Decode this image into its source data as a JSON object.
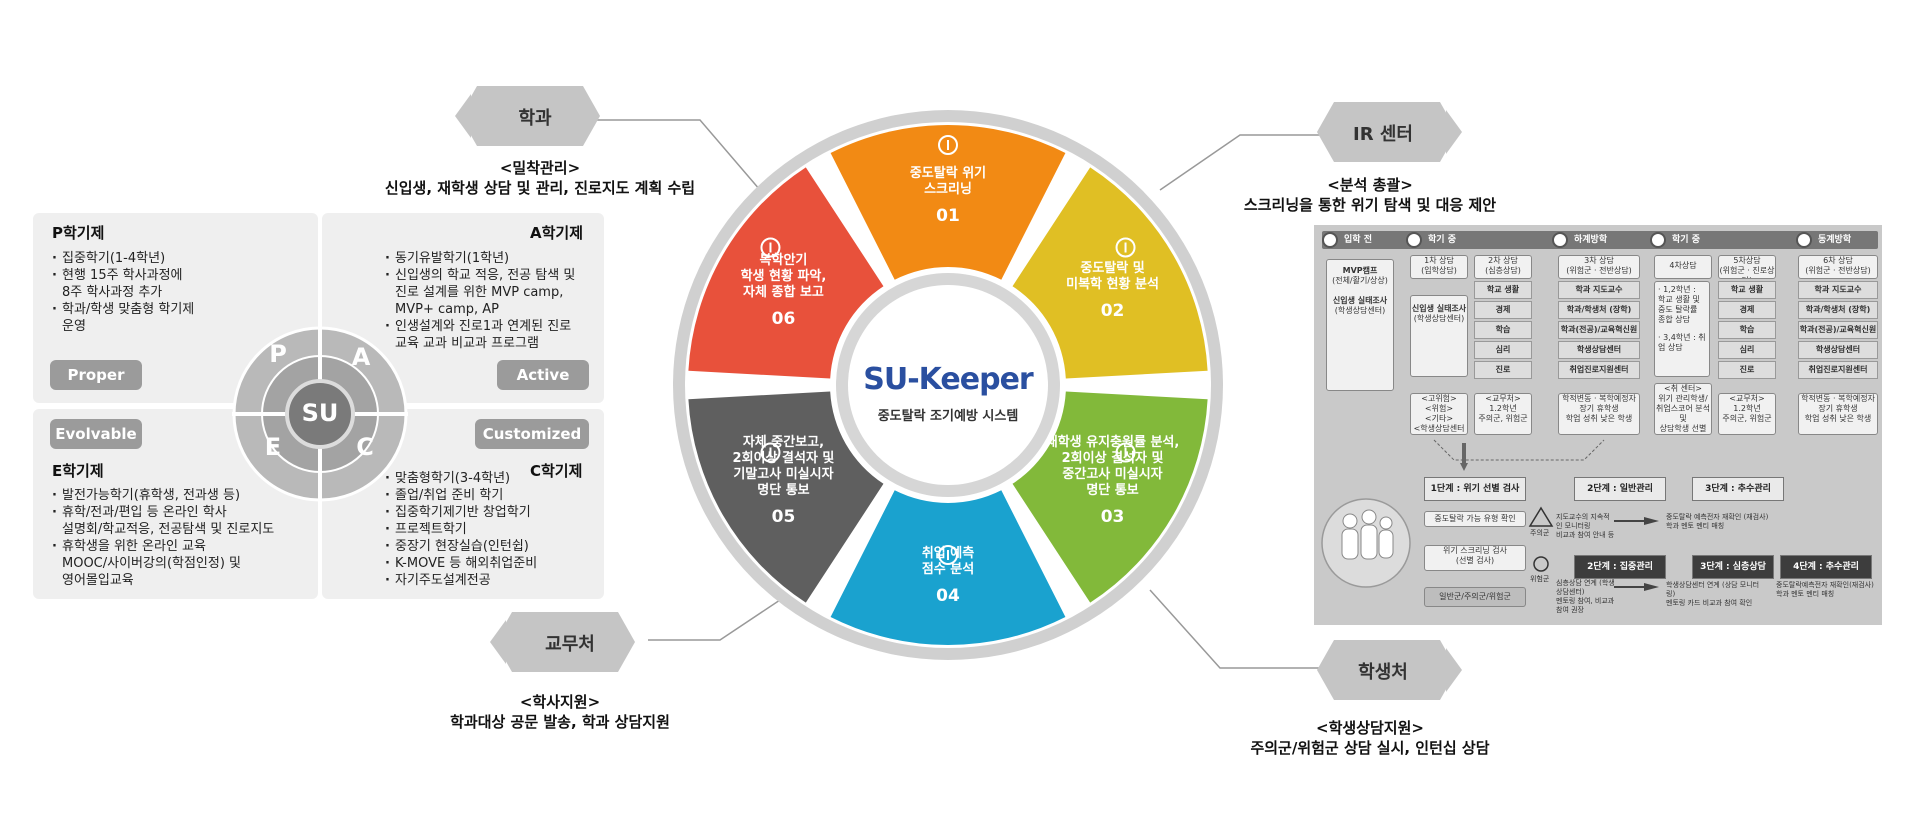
{
  "pace": {
    "p": {
      "title": "P학기제",
      "badge": "Proper",
      "items": [
        "집중학기(1-4학년)",
        "현행 15주 학사과정에\n8주 학사과정 추가",
        "학과/학생 맞춤형 학기제\n운영"
      ]
    },
    "a": {
      "title": "A학기제",
      "badge": "Active",
      "items": [
        "동기유발학기(1학년)",
        "신입생의 학교 적응, 전공 탐색 및\n진로 설계를 위한 MVP camp,\nMVP+ camp, AP",
        "인생설계와 진로1과 연계된 진로\n교육 교과 비교과 프로그램"
      ]
    },
    "e": {
      "title": "E학기제",
      "badge": "Evolvable",
      "items": [
        "발전가능학기(휴학생, 전과생 등)",
        "휴학/전과/편입 등 온라인 학사\n설명회/학교적응, 전공탐색 및 진로지도",
        "휴학생을 위한 온라인 교육\nMOOC/사이버강의(학점인정) 및\n영어몰입교육"
      ]
    },
    "c": {
      "title": "C학기제",
      "badge": "Customized",
      "items": [
        "맞춤형학기(3-4학년)",
        "졸업/취업 준비 학기",
        "집중학기제기반 창업학기",
        "프로젝트학기",
        "중장기 현장실습(인턴쉽)",
        "K-MOVE 등 해외취업준비",
        "자기주도설계전공"
      ]
    },
    "center": "SU",
    "letters": {
      "p": "P",
      "a": "A",
      "e": "E",
      "c": "C"
    }
  },
  "tags": {
    "dept": {
      "label": "학과",
      "caption_title": "<밀착관리>",
      "caption_text": "신입생, 재학생 상담 및 관리, 진로지도 계획 수립"
    },
    "ir": {
      "label": "IR 센터",
      "caption_title": "<분석 총괄>",
      "caption_text": "스크리닝을 통한 위기 탐색 및 대응 제안"
    },
    "academic": {
      "label": "교무처",
      "caption_title": "<학사지원>",
      "caption_text": "학과대상 공문 발송, 학과 상담지원"
    },
    "student": {
      "label": "학생처",
      "caption_title": "<학생상담지원>",
      "caption_text": "주의군/위험군 상담 실시, 인턴십 상담"
    }
  },
  "wheel": {
    "title": "SU-Keeper",
    "subtitle": "중도탈락 조기예방 시스템",
    "segments": [
      {
        "num": "01",
        "text": "중도탈락 위기\n스크리닝",
        "color": "#f28a14",
        "icon": "lightbulb-icon"
      },
      {
        "num": "02",
        "text": "중도탈락 및\n미복학 현황 분석",
        "color": "#e0bf24",
        "icon": "target-icon"
      },
      {
        "num": "03",
        "text": "재학생 유지충원률 분석,\n2회이상 결석자 및\n중간고사 미실시자\n명단 통보",
        "color": "#82b93a",
        "icon": "clock-icon"
      },
      {
        "num": "04",
        "text": "취업 예측\n점수 분석",
        "color": "#1aa2cf",
        "icon": "bulb-icon"
      },
      {
        "num": "05",
        "text": "자체 중간보고,\n2회이상 결석자 및\n기말고사 미실시자\n명단 통보",
        "color": "#5f5f5f",
        "icon": "chart-icon"
      },
      {
        "num": "06",
        "text": "복학안기\n학생 현황 파악,\n자체 종합 보고",
        "color": "#e8513b",
        "icon": "phone-icon"
      }
    ]
  },
  "flow": {
    "headers": [
      "입학 전",
      "학기 중",
      "하계방학",
      "학기 중",
      "동계방학"
    ],
    "mvp": "MVP캠프",
    "mvp_sub": "(전체/활기/상상)",
    "new_survey": "신입생 실태조사",
    "new_survey_sub": "(학생상담센터)",
    "col2": {
      "c1": "1차 상담",
      "c1s": "(입학상담)",
      "c2": "2차 상담",
      "c2s": "(심층상담)",
      "survey": "신입생 실태조사",
      "survey_sub": "(학생상담센터)"
    },
    "col3": {
      "c": "3차 상담",
      "cs": "(위험군 · 전반상담)"
    },
    "col4": {
      "c": "4차상담",
      "c5": "5차상담",
      "c5s": "(위험군 · 진로상담)"
    },
    "col5": {
      "c": "6차 상담",
      "cs": "(위험군 · 전반상담)"
    },
    "items_a": [
      "학교 생활",
      "경제",
      "학습",
      "심리",
      "진로"
    ],
    "items_b": [
      "학과 지도교수",
      "학과/학생처 (장학)",
      "학과(전공)/교육혁신원(학습)",
      "학생상담센터",
      "취업진로지원센터"
    ],
    "notes": {
      "n1": "<고위험>\n<위험>\n<기타>\n<학생상담센터>",
      "n2": "<교무처>\n1.2학년\n주의군, 위험군",
      "n3": "학적변동 · 복학예정자\n장기 휴학생\n학업 성취 낮은 학생",
      "n4": "· 1,2학년 :\n학교 생활 및\n중도 탈락률 종합 상담",
      "n5": "· 3,4학년 : 취업 상담",
      "n6": "<취 센터>\n위기 관리학생/\n취업스코어 분석 및\n상담학생 선별",
      "n7": "<교무처>\n1.2학년\n주의군, 위험군",
      "n8": "학적변동 · 복학예정자\n장기 휴학생\n학업 성취 낮은 학생"
    },
    "stages": {
      "s1": "1단계 : 위기 선별 검사",
      "s2l": "2단계 : 일반관리",
      "s3l": "3단계 : 추수관리",
      "s2d": "2단계 : 집중관리",
      "s3d": "3단계 : 심층상담",
      "s4d": "4단계 : 추수관리"
    },
    "rows": {
      "r1": "중도탈락 가능 유형 확인",
      "r2": "위기 스크리닝 검사\n(선별 검사)",
      "r3": "일반군/주의군/위험군"
    },
    "labels": {
      "attention": "주의군",
      "risk": "위험군"
    },
    "desc": {
      "d1": "지도교수의 지속적인 모니터링\n비교과 참여 안내 등",
      "d2": "중도탈락 예측전자 재확인 (재검사)\n학과 멘토 멘티 매칭",
      "d3": "심층상담 연계 (학생상담센터)\n멘토링 참여, 비교과 참여 권장",
      "d4": "학생상담센터 연계 (상담 모니터링)\n멘토링 카드 비교과 참여 확인",
      "d5": "중도탈락예측전자 재확인(재검사)\n학과 멘토 멘티 매칭"
    }
  }
}
